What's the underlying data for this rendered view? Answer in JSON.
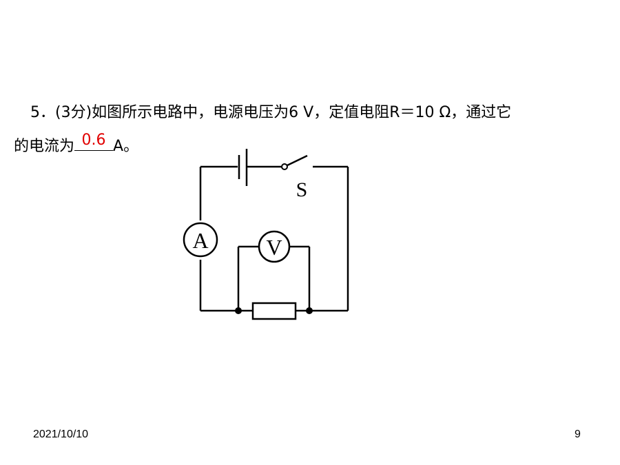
{
  "question": {
    "line1": "5．(3分)如图所示电路中，电源电压为6 V，定值电阻R＝10 Ω，通过它",
    "line2_prefix": "的电流为",
    "answer": "0.6",
    "line2_suffix": "A。"
  },
  "diagram": {
    "switch_label": "S",
    "ammeter_label": "A",
    "voltmeter_label": "V"
  },
  "footer": {
    "date": "2021/10/10",
    "page": "9"
  },
  "colors": {
    "answer": "#e10000",
    "text": "#000000"
  }
}
